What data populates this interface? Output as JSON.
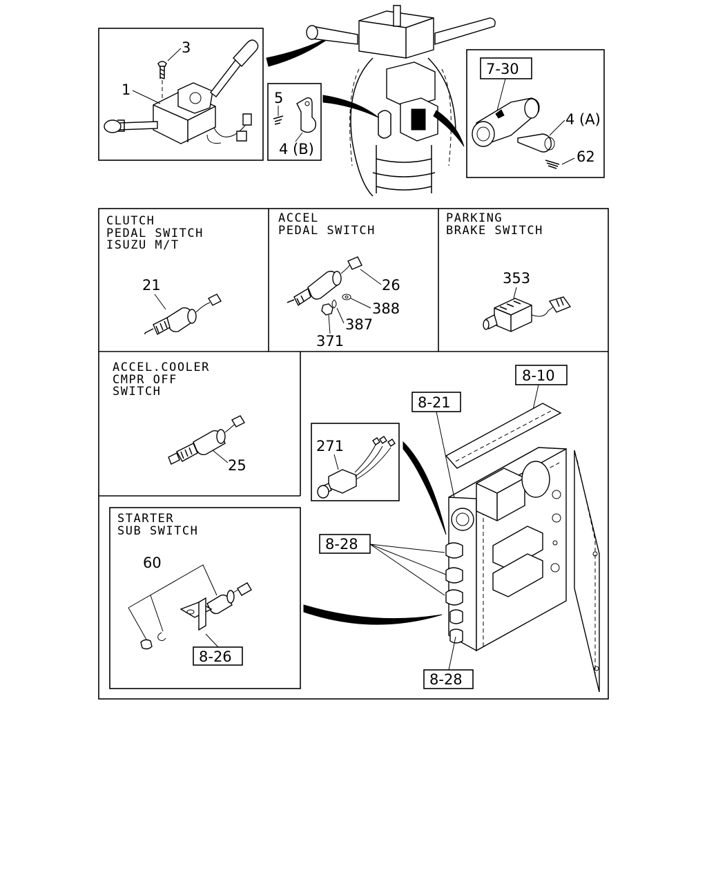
{
  "top_callouts": {
    "part_3": "3",
    "part_1": "1",
    "part_5": "5",
    "part_4b": "4 (B)",
    "part_7_30": "7-30",
    "part_4a": "4 (A)",
    "part_62": "62"
  },
  "clutch": {
    "title_1": "CLUTCH",
    "title_2": "PEDAL SWITCH",
    "title_3": "ISUZU M/T",
    "part": "21"
  },
  "accel": {
    "title_1": "ACCEL",
    "title_2": "PEDAL SWITCH",
    "part_26": "26",
    "part_388": "388",
    "part_387": "387",
    "part_371": "371"
  },
  "parking": {
    "title_1": "PARKING",
    "title_2": "BRAKE SWITCH",
    "part": "353"
  },
  "cooler": {
    "title_1": "ACCEL.COOLER",
    "title_2": "CMPR OFF",
    "title_3": "SWITCH",
    "part": "25"
  },
  "starter": {
    "title_1": "STARTER",
    "title_2": "SUB SWITCH",
    "part_60": "60",
    "ref": "8-26"
  },
  "panel": {
    "ref_8_10": "8-10",
    "ref_8_21": "8-21",
    "part_271": "271",
    "ref_8_28_top": "8-28",
    "ref_8_28_bottom": "8-28"
  }
}
